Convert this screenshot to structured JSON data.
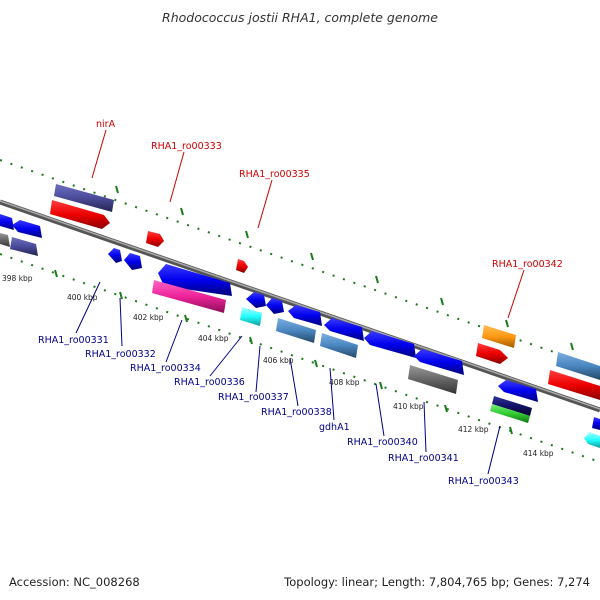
{
  "title": "Rhodococcus jostii RHA1, complete genome",
  "footer": {
    "accession": "Accession: NC_008268",
    "summary": "Topology: linear; Length: 7,804,765 bp; Genes: 7,274"
  },
  "scale_labels": [
    "398 kbp",
    "400 kbp",
    "402 kbp",
    "404 kbp",
    "406 kbp",
    "408 kbp",
    "410 kbp",
    "412 kbp",
    "414 kbp"
  ],
  "gene_labels_forward": [
    "nirA",
    "RHA1_ro00333",
    "RHA1_ro00335",
    "RHA1_ro00342"
  ],
  "gene_labels_reverse": [
    "RHA1_ro00331",
    "RHA1_ro00332",
    "RHA1_ro00334",
    "RHA1_ro00336",
    "RHA1_ro00337",
    "RHA1_ro00338",
    "gdhA1",
    "RHA1_ro00340",
    "RHA1_ro00341",
    "RHA1_ro00343"
  ],
  "colors": {
    "backbone": "#888888",
    "tick_dots": "#1a7a1a",
    "forward_label": "#cc0000",
    "reverse_label": "#00008b",
    "cds_blue": "#0000ee",
    "cds_red": "#ee0000",
    "cds_slate": "#4a4a9a",
    "cds_magenta": "#ee2299",
    "cds_cyan": "#22ffff",
    "cds_steel": "#4a86c0",
    "cds_gray": "#666666",
    "cds_orange": "#ff9911",
    "cds_navy": "#111166",
    "cds_green": "#33cc33"
  }
}
